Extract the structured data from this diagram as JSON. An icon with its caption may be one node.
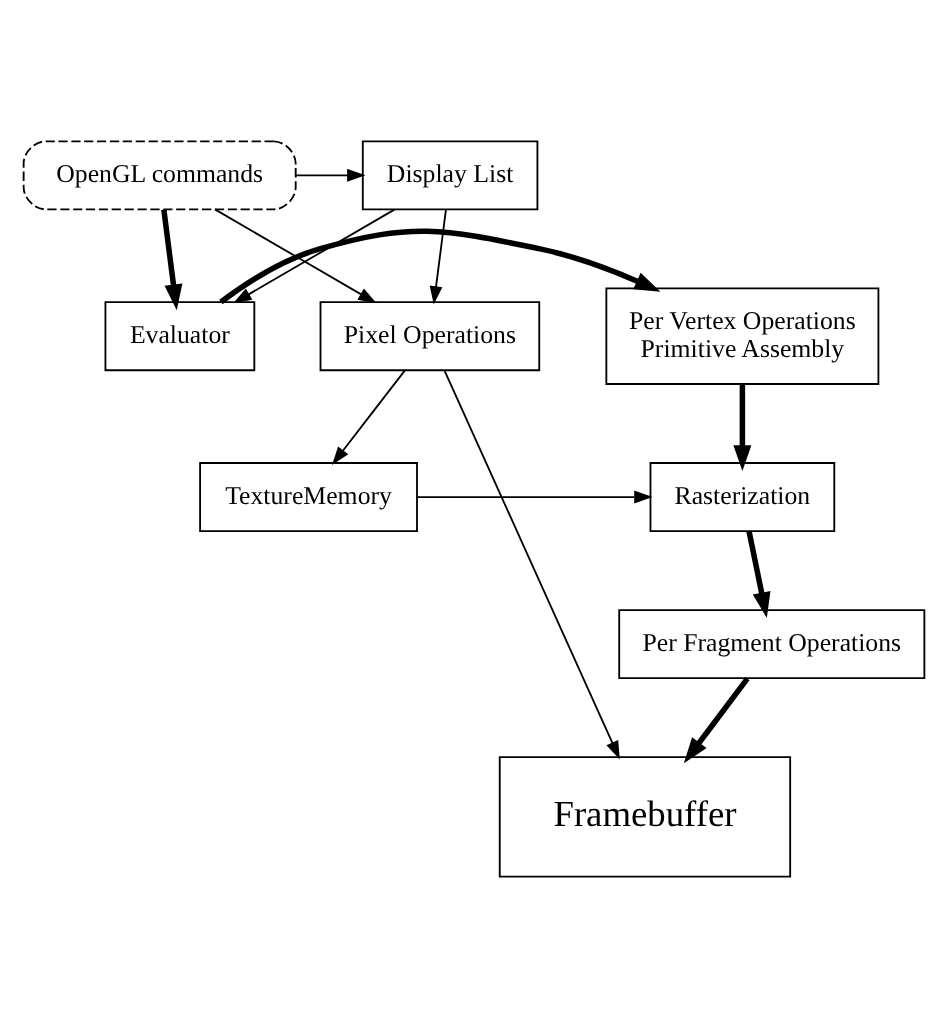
{
  "diagram": {
    "nodes": [
      {
        "text": [
          "OpenGL commands"
        ]
      },
      {
        "text": [
          "Display List"
        ]
      },
      {
        "text": [
          "Evaluator"
        ]
      },
      {
        "text": [
          "Per Vertex Operations",
          "Primitive Assembly"
        ]
      },
      {
        "text": [
          "Rasterization"
        ]
      },
      {
        "text": [
          "TextureMemory"
        ]
      },
      {
        "text": [
          "Per Fragment Operations"
        ]
      },
      {
        "text": [
          "Pixel Operations"
        ]
      },
      {
        "text": [
          "Framebuffer"
        ]
      }
    ],
    "edges": [
      {
        "from": 0,
        "to": 1,
        "arrow": "to"
      },
      {
        "from": 0,
        "to": 2,
        "arrow": "to",
        "style": "thick"
      },
      {
        "from": 0,
        "to": 7,
        "arrow": "to"
      },
      {
        "from": 1,
        "to": 2,
        "arrow": "to"
      },
      {
        "from": 1,
        "to": 7,
        "arrow": "to"
      },
      {
        "from": 2,
        "to": 3,
        "arrow": "to",
        "style": "thick"
      },
      {
        "from": 3,
        "to": 4,
        "arrow": "to",
        "style": "thick"
      },
      {
        "from": 5,
        "to": 4,
        "arrow": "to"
      },
      {
        "from": 7,
        "to": 5,
        "arrow": "to"
      },
      {
        "from": 4,
        "to": 6,
        "arrow": "to",
        "style": "thick"
      },
      {
        "from": 6,
        "to": 8,
        "arrow": "to",
        "style": "thick"
      },
      {
        "from": 7,
        "to": 8,
        "arrow": "to"
      }
    ]
  }
}
